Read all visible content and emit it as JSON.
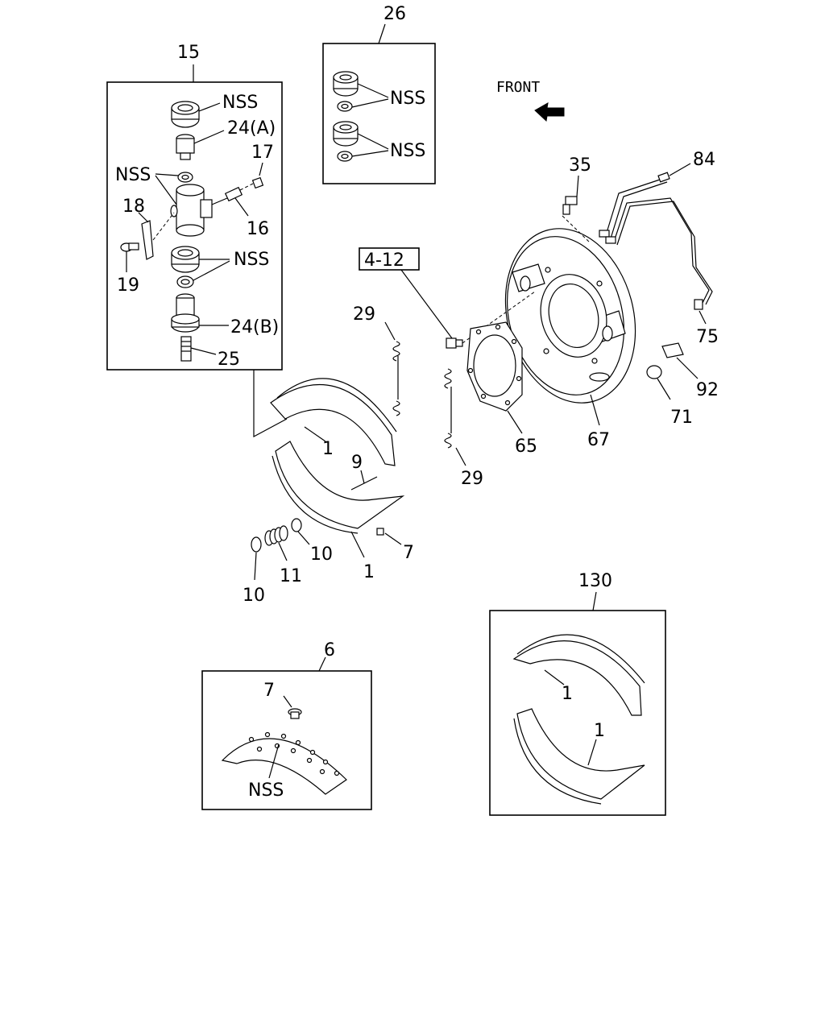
{
  "labels": {
    "l26": "26",
    "l15": "15",
    "front": "FRONT",
    "nss_a": "NSS",
    "nss_b": "NSS",
    "nss_c": "NSS",
    "nss_d": "NSS",
    "nss_e": "NSS",
    "nss_f": "NSS",
    "l24a": "24(A)",
    "l17": "17",
    "l18": "18",
    "l16": "16",
    "l19": "19",
    "l24b": "24(B)",
    "l25": "25",
    "l35": "35",
    "l84": "84",
    "l75": "75",
    "ref": "4-12",
    "l29a": "29",
    "l29b": "29",
    "l92": "92",
    "l71": "71",
    "l1a": "1",
    "l1b": "1",
    "l1c": "1",
    "l1d": "1",
    "l9": "9",
    "l65": "65",
    "l67": "67",
    "l7a": "7",
    "l7b": "7",
    "l10a": "10",
    "l10b": "10",
    "l11": "11",
    "l130": "130",
    "l6": "6"
  }
}
